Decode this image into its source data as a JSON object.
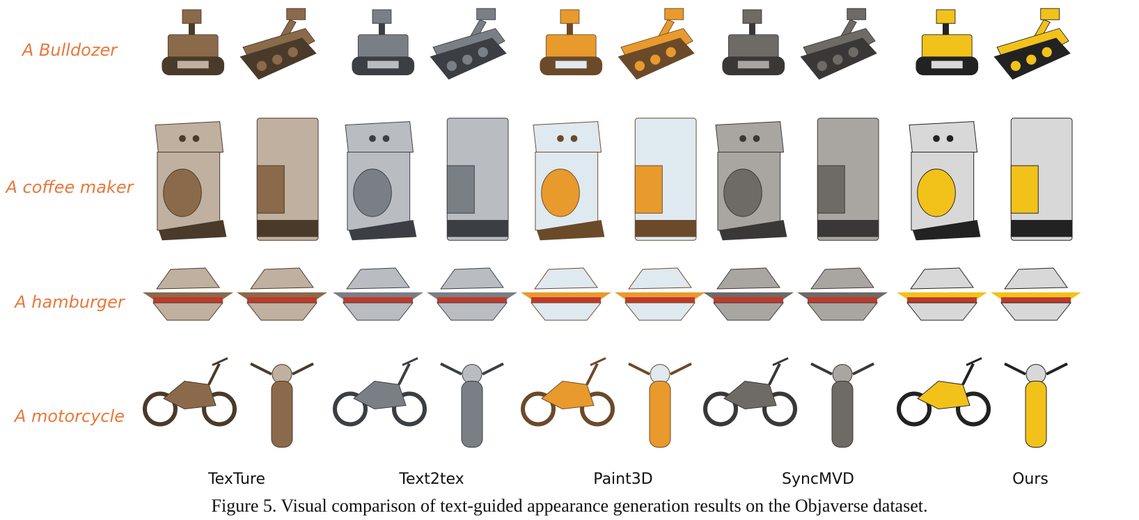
{
  "rows": [
    {
      "label": "A Bulldozer",
      "object": "bulldozer"
    },
    {
      "label": "A coffee maker",
      "object": "coffee-maker"
    },
    {
      "label": "A hamburger",
      "object": "hamburger"
    },
    {
      "label": "A motorcycle",
      "object": "motorcycle"
    }
  ],
  "methods": [
    {
      "label": "TexTure",
      "palette": {
        "main": "#8a6a4a",
        "dark": "#4a3a2a",
        "light": "#c0b0a0"
      }
    },
    {
      "label": "Text2tex",
      "palette": {
        "main": "#7a7f86",
        "dark": "#3b3f44",
        "light": "#b9bcc1"
      }
    },
    {
      "label": "Paint3D",
      "palette": {
        "main": "#e89a2c",
        "dark": "#6b4a2a",
        "light": "#dfe9f0"
      }
    },
    {
      "label": "SyncMVD",
      "palette": {
        "main": "#6e6a66",
        "dark": "#3a3836",
        "light": "#a9a6a2"
      }
    },
    {
      "label": "Ours",
      "palette": {
        "main": "#f2c21a",
        "dark": "#222222",
        "light": "#d8d8d8"
      }
    }
  ],
  "caption": "Figure 5. Visual comparison of text-guided appearance generation results on the Objaverse dataset.",
  "colors": {
    "row_label": "#e8773a",
    "text": "#111111"
  }
}
